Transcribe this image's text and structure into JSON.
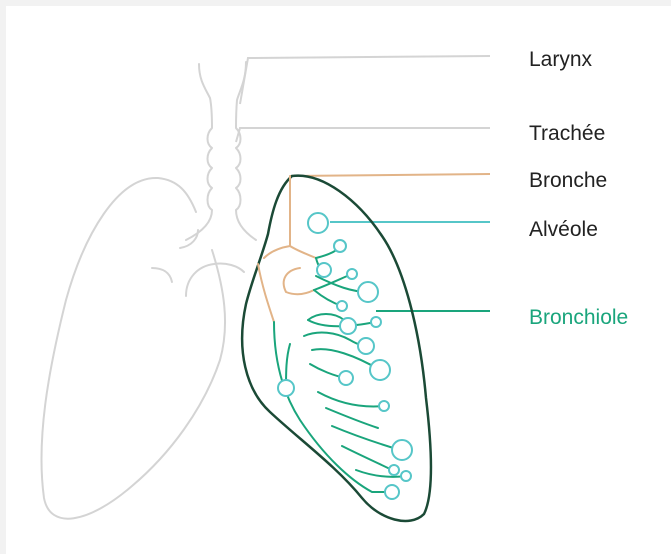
{
  "labels": {
    "larynx": "Larynx",
    "trachee": "Trachée",
    "bronche": "Bronche",
    "alveole": "Alvéole",
    "bronchiole": "Bronchiole"
  },
  "colors": {
    "outline_gray": "#d4d4d4",
    "lung_outline": "#1b4a36",
    "bronche": "#e2b488",
    "alveole": "#56c6c8",
    "bronchiole": "#1aa57c",
    "text": "#222222"
  }
}
